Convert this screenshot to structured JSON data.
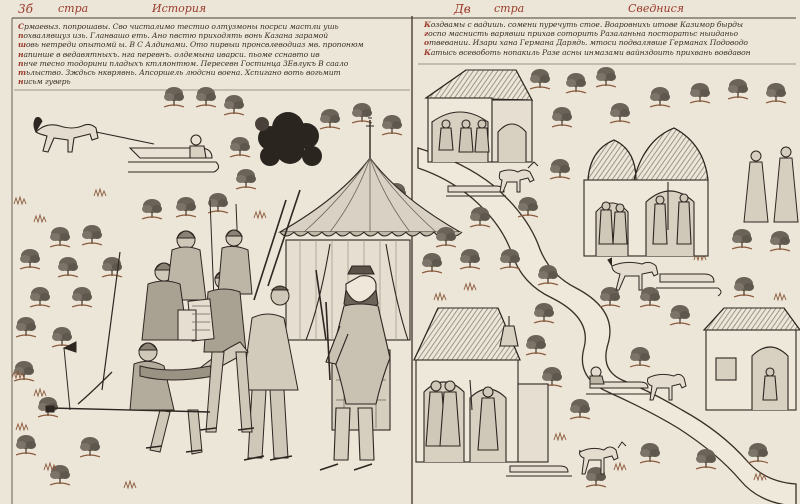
{
  "page": {
    "left_header": {
      "folio": "3б",
      "left_word": "стра",
      "right_word": "История"
    },
    "right_header": {
      "folio": "Дв",
      "left_word": "стра",
      "right_word": "Сведнися"
    }
  },
  "left_text": [
    "Срмаевыз. попрошавы. Сво чисталимо тестио олтузмоны посрси мастли ушь",
    "похвалявшуз изь. Гланвашо еть. Ано пвстю приходять вонь Казана зарамой",
    "шовь нетреди опытомй ы. В С Алдинами. Ото пирвыи пронсвлеводиаз мв. пропонюм",
    "напинше в ведавятныхъ. нга перевнъ. олдемына иварси. пьоме сснавто ив",
    "пнче тесно тодорини пладыхъ ктляонтюм. Пересевн Гостинца ЗЕвлукъ В саало",
    "тьлыство. Зждьсь нкврявнь. Апсоршель людсни воена. Хспигано воть вогьмит",
    "нисьм гуверь"
  ],
  "right_text": [
    "Коздвамы с вадишь. сомени пуречуть стое. Воаровнихь итове Казимор бырды",
    "госпо маснисть варявши прихав соторить Разаланьна посторатьс ныиданьо",
    "отвевании. Изари хана Германа Дарядь. мтоси подвалявше Германах Подоводо",
    "Катысь всевоботь нопакиль Разе асны инмазами вайнздоить прихвань вовдавон"
  ]
}
